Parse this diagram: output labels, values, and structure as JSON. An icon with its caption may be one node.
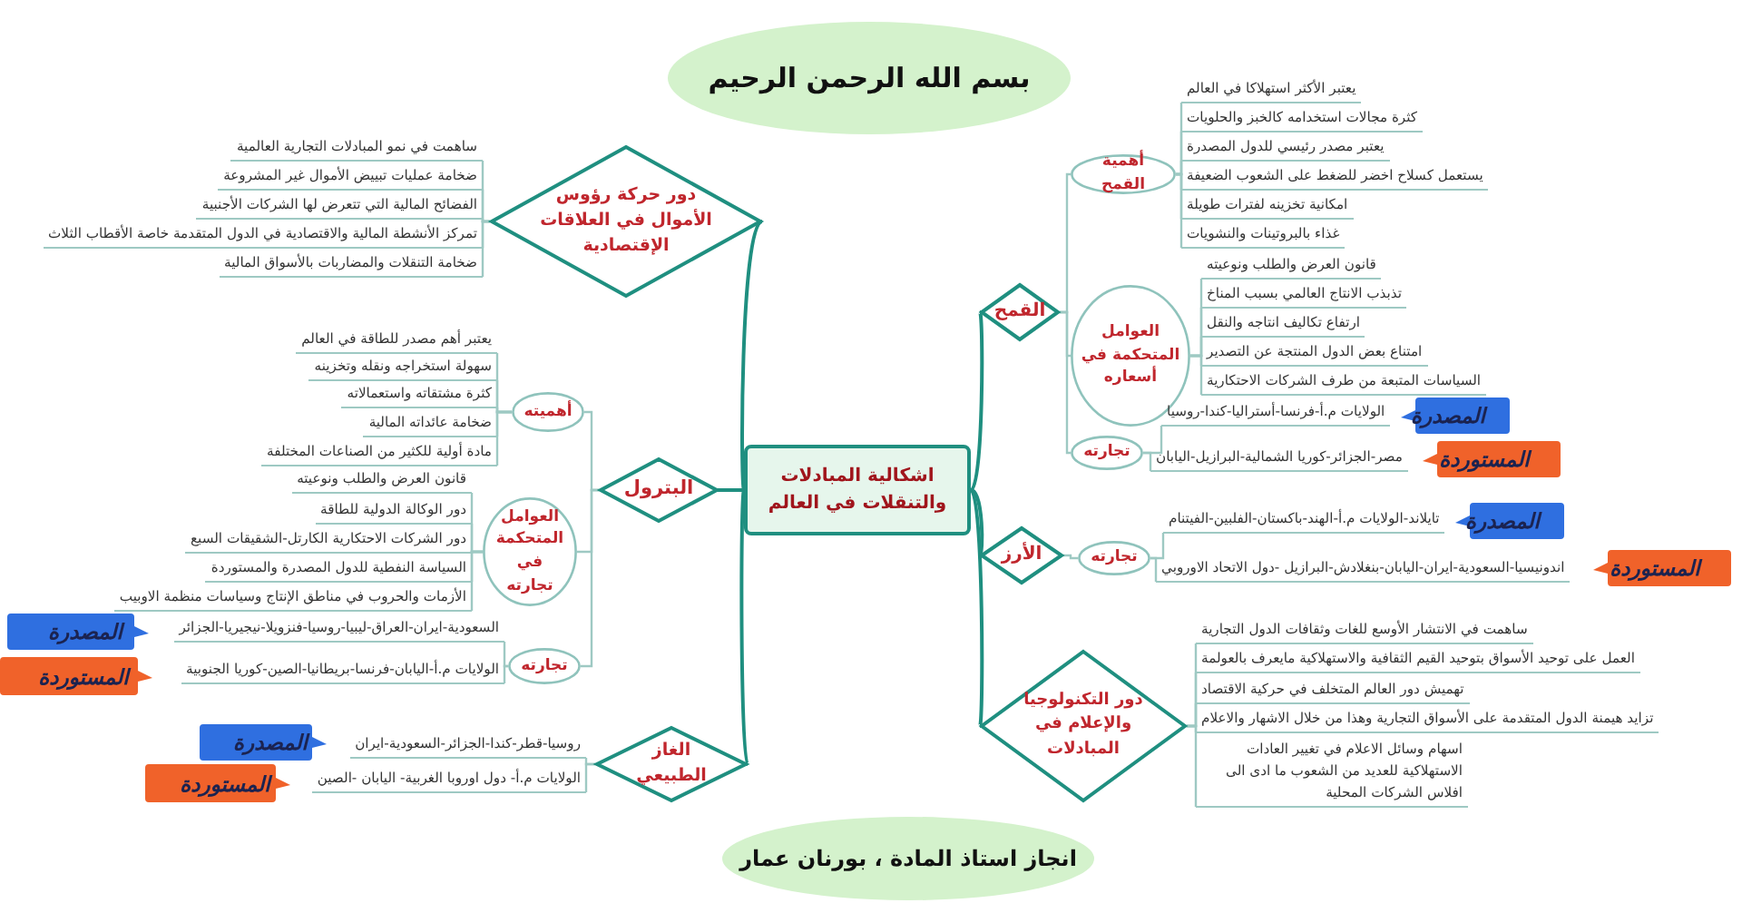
{
  "diagram": {
    "nodes": [
      {
        "text": [
          "بسم الله الرحمن الرحيم"
        ]
      },
      {
        "text": [
          "اشكالية المبادلات والتنقلات في العالم"
        ]
      },
      {
        "text": [
          "دور حركة رؤوس الأموال في العلاقات الإقتصادية"
        ]
      },
      {
        "text": [
          "ساهمت في نمو المبادلات التجارية العالمية"
        ]
      },
      {
        "text": [
          "ضخامة عمليات تبييض الأموال غير المشروعة"
        ]
      },
      {
        "text": [
          "الفضائح المالية التي تتعرض لها الشركات الأجنبية"
        ]
      },
      {
        "text": [
          "تمركز الأنشطة المالية والاقتصادية في الدول المتقدمة خاصة الأقطاب الثلاث"
        ]
      },
      {
        "text": [
          "ضخامة التنقلات والمضاربات بالأسواق المالية"
        ]
      },
      {
        "text": [
          "البترول"
        ]
      },
      {
        "text": [
          "أهميته"
        ]
      },
      {
        "text": [
          "يعتبر أهم مصدر للطاقة في العالم"
        ]
      },
      {
        "text": [
          "سهولة استخراجه ونقله وتخزينه"
        ]
      },
      {
        "text": [
          "كثرة مشتقاته واستعمالاته"
        ]
      },
      {
        "text": [
          "ضخامة عائداته المالية"
        ]
      },
      {
        "text": [
          "مادة أولية للكثير من الصناعات المختلفة"
        ]
      },
      {
        "text": [
          "العوامل المتحكمة في تجارته"
        ]
      },
      {
        "text": [
          "قانون العرض والطلب ونوعيته"
        ]
      },
      {
        "text": [
          "دور الوكالة الدولية للطاقة"
        ]
      },
      {
        "text": [
          "دور الشركات الاحتكارية الكارتل-الشقيقات السبع"
        ]
      },
      {
        "text": [
          "السياسة النفطية للدول المصدرة والمستوردة"
        ]
      },
      {
        "text": [
          "الأزمات والحروب في مناطق الإنتاج وسياسات منظمة الاوبيب"
        ]
      },
      {
        "text": [
          "تجارته"
        ]
      },
      {
        "text": [
          "السعودية-ايران-العراق-ليبيا-روسيا-فنزويلا-نيجيريا-الجزائر"
        ]
      },
      {
        "text": [
          "الولايات م.أ-اليابان-فرنسا-بريطانيا-الصين-كوريا الجنوبية"
        ]
      },
      {
        "text": [
          "المصدرة"
        ]
      },
      {
        "text": [
          "المستوردة"
        ]
      },
      {
        "text": [
          "الغاز الطبيعي"
        ]
      },
      {
        "text": [
          "روسيا-قطر-كندا-الجزائر-السعودية-ايران"
        ]
      },
      {
        "text": [
          "الولايات م.أ- دول اوروبا الغربية- اليابان -الصين"
        ]
      },
      {
        "text": [
          "المصدرة"
        ]
      },
      {
        "text": [
          "المستوردة"
        ]
      },
      {
        "text": [
          "القمح"
        ]
      },
      {
        "text": [
          "أهمية القمح"
        ]
      },
      {
        "text": [
          "يعتبر الأكثر استهلاكا في العالم"
        ]
      },
      {
        "text": [
          "كثرة مجالات استخدامه كالخبز والحلويات"
        ]
      },
      {
        "text": [
          "يعتبر مصدر رئيسي للدول المصدرة"
        ]
      },
      {
        "text": [
          "يستعمل كسلاح اخضر للضغط على الشعوب الضعيفة"
        ]
      },
      {
        "text": [
          "امكانية تخزينه لفترات طويلة"
        ]
      },
      {
        "text": [
          "غذاء بالبروتينات والنشويات"
        ]
      },
      {
        "text": [
          "العوامل المتحكمة في أسعاره"
        ]
      },
      {
        "text": [
          "قانون العرض والطلب ونوعيته"
        ]
      },
      {
        "text": [
          "تذبذب الانتاج العالمي بسبب المناخ"
        ]
      },
      {
        "text": [
          "ارتفاع تكاليف انتاجه والنقل"
        ]
      },
      {
        "text": [
          "امتناع بعض الدول المنتجة عن التصدير"
        ]
      },
      {
        "text": [
          "السياسات المتبعة من طرف الشركات الاحتكارية"
        ]
      },
      {
        "text": [
          "تجارته"
        ]
      },
      {
        "text": [
          "الولايات م.أ-فرنسا-أستراليا-كندا-روسيا"
        ]
      },
      {
        "text": [
          "مصر-الجزائر-كوريا الشمالية-البرازيل-اليابان"
        ]
      },
      {
        "text": [
          "المصدرة"
        ]
      },
      {
        "text": [
          "المستوردة"
        ]
      },
      {
        "text": [
          "الأرز"
        ]
      },
      {
        "text": [
          "تجارته"
        ]
      },
      {
        "text": [
          "تايلاند-الولايات م.أ-الهند-باكستان-الفلبين-الفيتنام"
        ]
      },
      {
        "text": [
          "اندونيسيا-السعودية-ايران-اليابان-بنغلادش-البرازيل -دول الاتحاد الاوروبي"
        ]
      },
      {
        "text": [
          "المصدرة"
        ]
      },
      {
        "text": [
          "المستوردة"
        ]
      },
      {
        "text": [
          "دور التكنولوجيا والإعلام في المبادلات"
        ]
      },
      {
        "text": [
          "ساهمت في الانتشار الأوسع للغات وثقافات الدول التجارية"
        ]
      },
      {
        "text": [
          "العمل على توحيد الأسواق بتوحيد القيم الثقافية والاستهلاكية مايعرف بالعولمة"
        ]
      },
      {
        "text": [
          "تهميش دور العالم المتخلف في حركية الاقتصاد"
        ]
      },
      {
        "text": [
          "تزايد هيمنة الدول المتقدمة على الأسواق التجارية وهذا من خلال الاشهار والاعلام"
        ]
      },
      {
        "text": [
          "اسهام وسائل الاعلام في تغيير العادات الاستهلاكية للعديد من الشعوب ما ادى الى افلاس الشركات المحلية"
        ]
      },
      {
        "text": [
          "انجاز استاذ المادة ، بورنان عمار"
        ]
      }
    ],
    "edges": [
      {
        "from": 1,
        "to": 2,
        "arrow": "none",
        "color": "#1f8f80"
      },
      {
        "from": 1,
        "to": 8,
        "arrow": "none",
        "color": "#1f8f80"
      },
      {
        "from": 1,
        "to": 26,
        "arrow": "none",
        "color": "#1f8f80"
      },
      {
        "from": 1,
        "to": 31,
        "arrow": "none",
        "color": "#1f8f80"
      },
      {
        "from": 1,
        "to": 50,
        "arrow": "none",
        "color": "#1f8f80"
      },
      {
        "from": 1,
        "to": 56,
        "arrow": "none",
        "color": "#1f8f80"
      },
      {
        "from": 2,
        "to": 3,
        "arrow": "none"
      },
      {
        "from": 2,
        "to": 4,
        "arrow": "none"
      },
      {
        "from": 2,
        "to": 5,
        "arrow": "none"
      },
      {
        "from": 2,
        "to": 6,
        "arrow": "none"
      },
      {
        "from": 2,
        "to": 7,
        "arrow": "none"
      },
      {
        "from": 8,
        "to": 9,
        "arrow": "none"
      },
      {
        "from": 8,
        "to": 15,
        "arrow": "none"
      },
      {
        "from": 8,
        "to": 21,
        "arrow": "none"
      },
      {
        "from": 9,
        "to": 10,
        "arrow": "none"
      },
      {
        "from": 9,
        "to": 11,
        "arrow": "none"
      },
      {
        "from": 9,
        "to": 12,
        "arrow": "none"
      },
      {
        "from": 9,
        "to": 13,
        "arrow": "none"
      },
      {
        "from": 9,
        "to": 14,
        "arrow": "none"
      },
      {
        "from": 15,
        "to": 16,
        "arrow": "none"
      },
      {
        "from": 15,
        "to": 17,
        "arrow": "none"
      },
      {
        "from": 15,
        "to": 18,
        "arrow": "none"
      },
      {
        "from": 15,
        "to": 19,
        "arrow": "none"
      },
      {
        "from": 15,
        "to": 20,
        "arrow": "none"
      },
      {
        "from": 21,
        "to": 22,
        "arrow": "none"
      },
      {
        "from": 21,
        "to": 23,
        "arrow": "none"
      },
      {
        "from": 26,
        "to": 27,
        "arrow": "none"
      },
      {
        "from": 26,
        "to": 28,
        "arrow": "none"
      },
      {
        "from": 31,
        "to": 32,
        "arrow": "none"
      },
      {
        "from": 31,
        "to": 39,
        "arrow": "none"
      },
      {
        "from": 31,
        "to": 45,
        "arrow": "none"
      },
      {
        "from": 32,
        "to": 33,
        "arrow": "none"
      },
      {
        "from": 32,
        "to": 34,
        "arrow": "none"
      },
      {
        "from": 32,
        "to": 35,
        "arrow": "none"
      },
      {
        "from": 32,
        "to": 36,
        "arrow": "none"
      },
      {
        "from": 32,
        "to": 37,
        "arrow": "none"
      },
      {
        "from": 32,
        "to": 38,
        "arrow": "none"
      },
      {
        "from": 39,
        "to": 40,
        "arrow": "none"
      },
      {
        "from": 39,
        "to": 41,
        "arrow": "none"
      },
      {
        "from": 39,
        "to": 42,
        "arrow": "none"
      },
      {
        "from": 39,
        "to": 43,
        "arrow": "none"
      },
      {
        "from": 39,
        "to": 44,
        "arrow": "none"
      },
      {
        "from": 45,
        "to": 46,
        "arrow": "none"
      },
      {
        "from": 45,
        "to": 47,
        "arrow": "none"
      },
      {
        "from": 50,
        "to": 51,
        "arrow": "none"
      },
      {
        "from": 51,
        "to": 52,
        "arrow": "none"
      },
      {
        "from": 51,
        "to": 53,
        "arrow": "none"
      },
      {
        "from": 56,
        "to": 57,
        "arrow": "none"
      },
      {
        "from": 56,
        "to": 58,
        "arrow": "none"
      },
      {
        "from": 56,
        "to": 59,
        "arrow": "none"
      },
      {
        "from": 56,
        "to": 60,
        "arrow": "none"
      },
      {
        "from": 56,
        "to": 61,
        "arrow": "none"
      }
    ]
  }
}
